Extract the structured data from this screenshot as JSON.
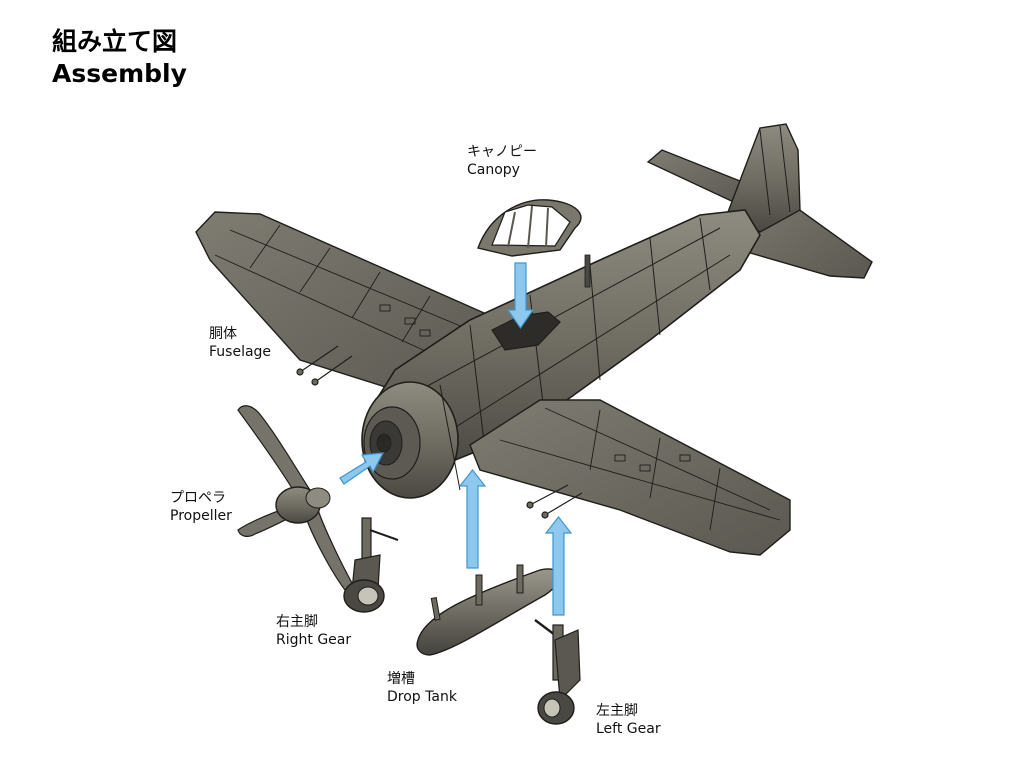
{
  "title": {
    "jp": "組み立て図",
    "en": "Assembly"
  },
  "labels": {
    "canopy": {
      "jp": "キャノピー",
      "en": "Canopy"
    },
    "fuselage": {
      "jp": "胴体",
      "en": "Fuselage"
    },
    "propeller": {
      "jp": "プロペラ",
      "en": "Propeller"
    },
    "right_gear": {
      "jp": "右主脚",
      "en": "Right Gear"
    },
    "drop_tank": {
      "jp": "増槽",
      "en": "Drop Tank"
    },
    "left_gear": {
      "jp": "左主脚",
      "en": "Left Gear"
    }
  },
  "colors": {
    "arrow": "#8ec8ec",
    "arrow_stroke": "#3d97d3",
    "metal": "#6d6a60",
    "metal_light": "#8e8b80",
    "metal_dark": "#4a4842",
    "panel_line": "#1f1e1b"
  }
}
